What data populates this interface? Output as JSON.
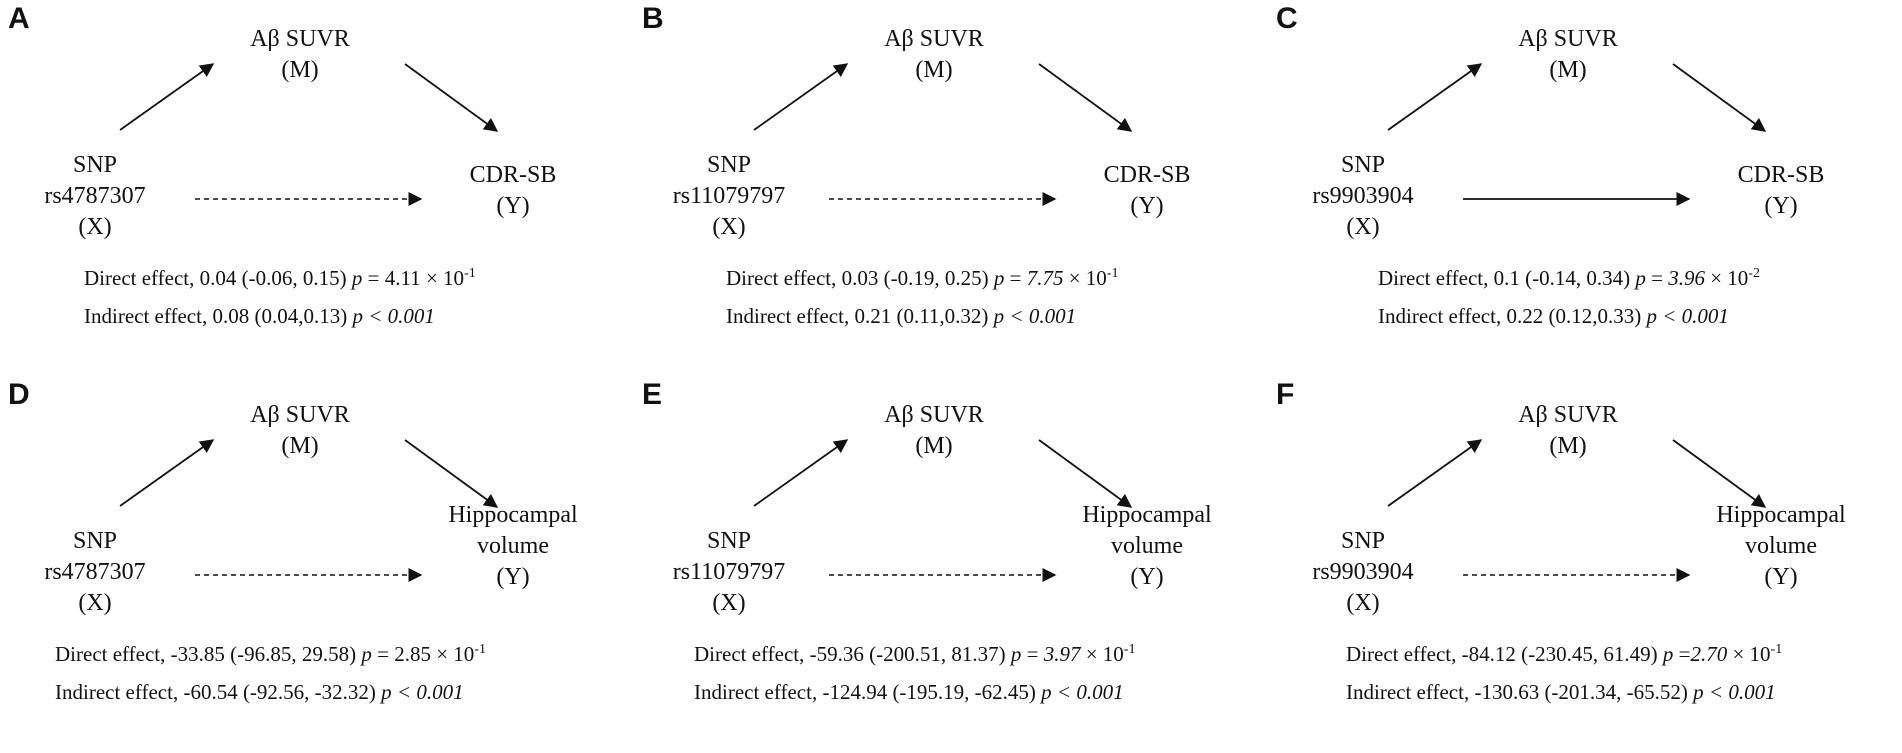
{
  "panels": [
    {
      "letter": "A",
      "mediator": [
        "Aβ SUVR",
        "(M)"
      ],
      "exposure": [
        "SNP",
        "rs4787307",
        "(X)"
      ],
      "outcome": [
        "CDR-SB",
        "(Y)"
      ],
      "direct_path_style": "dashed",
      "direct": {
        "label": "Direct effect, 0.04 (-0.06, 0.15)",
        "p_op": "p",
        "p_eq": " = ",
        "p_mant": "4.11",
        "p_italic": false,
        "p_base": " × 10",
        "p_exp": "-1"
      },
      "indirect": {
        "label": "Indirect effect, 0.08 (0.04,0.13)",
        "p_text": "p < 0.001"
      }
    },
    {
      "letter": "B",
      "mediator": [
        "Aβ SUVR",
        "(M)"
      ],
      "exposure": [
        "SNP",
        "rs11079797",
        "(X)"
      ],
      "outcome": [
        "CDR-SB",
        "(Y)"
      ],
      "direct_path_style": "dashed",
      "direct": {
        "label": "Direct effect, 0.03 (-0.19, 0.25)",
        "p_op": "p",
        "p_eq": " = ",
        "p_mant": "7.75",
        "p_italic": true,
        "p_base": " × 10",
        "p_exp": "-1"
      },
      "indirect": {
        "label": "Indirect effect, 0.21 (0.11,0.32)",
        "p_text": "p < 0.001"
      }
    },
    {
      "letter": "C",
      "mediator": [
        "Aβ SUVR",
        "(M)"
      ],
      "exposure": [
        "SNP",
        "rs9903904",
        "(X)"
      ],
      "outcome": [
        "CDR-SB",
        "(Y)"
      ],
      "direct_path_style": "solid",
      "direct": {
        "label": "Direct effect, 0.1 (-0.14, 0.34)",
        "p_op": "p",
        "p_eq": " = ",
        "p_mant": "3.96",
        "p_italic": true,
        "p_base": " × 10",
        "p_exp": "-2"
      },
      "indirect": {
        "label": "Indirect effect, 0.22 (0.12,0.33)",
        "p_text": "p < 0.001"
      }
    },
    {
      "letter": "D",
      "mediator": [
        "Aβ SUVR",
        "(M)"
      ],
      "exposure": [
        "SNP",
        "rs4787307",
        "(X)"
      ],
      "outcome": [
        "Hippocampal",
        "volume",
        "(Y)"
      ],
      "direct_path_style": "dashed",
      "direct": {
        "label": "Direct effect, -33.85 (-96.85, 29.58)",
        "p_op": "p",
        "p_eq": " = ",
        "p_mant": "2.85",
        "p_italic": false,
        "p_base": " × 10",
        "p_exp": "-1"
      },
      "indirect": {
        "label": "Indirect effect, -60.54 (-92.56, -32.32)",
        "p_text": "p < 0.001"
      }
    },
    {
      "letter": "E",
      "mediator": [
        "Aβ SUVR",
        "(M)"
      ],
      "exposure": [
        "SNP",
        "rs11079797",
        "(X)"
      ],
      "outcome": [
        "Hippocampal",
        "volume",
        "(Y)"
      ],
      "direct_path_style": "dashed",
      "direct": {
        "label": "Direct effect, -59.36 (-200.51, 81.37)",
        "p_op": "p",
        "p_eq": " = ",
        "p_mant": "3.97",
        "p_italic": true,
        "p_base": " × 10",
        "p_exp": "-1"
      },
      "indirect": {
        "label": "Indirect effect, -124.94 (-195.19, -62.45)",
        "p_text": "p < 0.001"
      }
    },
    {
      "letter": "F",
      "mediator": [
        "Aβ SUVR",
        "(M)"
      ],
      "exposure": [
        "SNP",
        "rs9903904",
        "(X)"
      ],
      "outcome": [
        "Hippocampal",
        "volume",
        "(Y)"
      ],
      "direct_path_style": "dashed",
      "direct": {
        "label": "Direct effect, -84.12 (-230.45, 61.49)",
        "p_op": "p",
        "p_eq": " =",
        "p_mant": "2.70",
        "p_italic": true,
        "p_base": " × 10",
        "p_exp": "-1"
      },
      "indirect": {
        "label": "Indirect effect, -130.63 (-201.34, -65.52)",
        "p_text": "p < 0.001"
      }
    }
  ]
}
